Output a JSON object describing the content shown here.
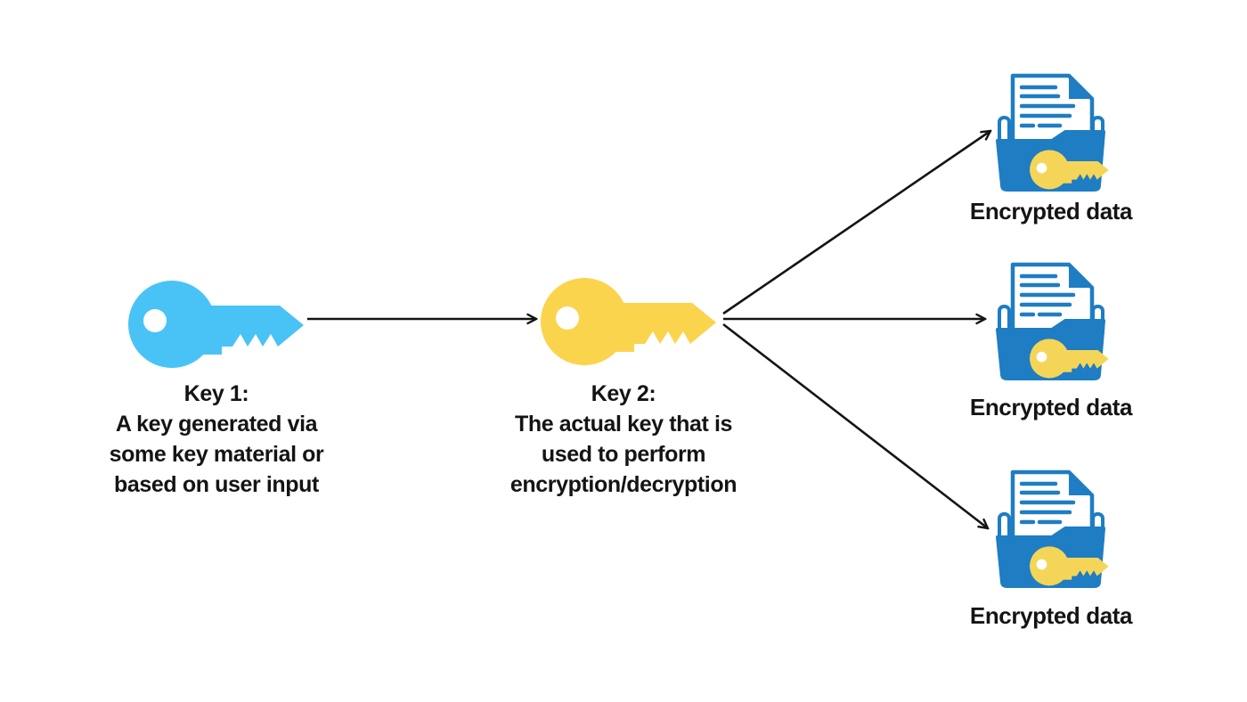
{
  "diagram": {
    "key1": {
      "icon": "key-icon",
      "color": "#49C3F6",
      "caption_lines": [
        "Key 1:",
        "A key generated via",
        "some key material or",
        "based on user input"
      ]
    },
    "key2": {
      "icon": "key-icon",
      "color": "#FBD44D",
      "caption_lines": [
        "Key 2:",
        "The actual key that is",
        "used to perform",
        "encryption/decryption"
      ]
    },
    "outputs": [
      {
        "icon": "encrypted-folder-icon",
        "label": "Encrypted data"
      },
      {
        "icon": "encrypted-folder-icon",
        "label": "Encrypted data"
      },
      {
        "icon": "encrypted-folder-icon",
        "label": "Encrypted data"
      }
    ],
    "connections": [
      {
        "from": "key1",
        "to": "key2"
      },
      {
        "from": "key2",
        "to": "encrypted-data-1"
      },
      {
        "from": "key2",
        "to": "encrypted-data-2"
      },
      {
        "from": "key2",
        "to": "encrypted-data-3"
      }
    ],
    "colors": {
      "key1_blue": "#49C3F6",
      "key2_yellow": "#FBD44D",
      "folder_blue": "#1E7DC3",
      "folder_key_yellow": "#F5D557",
      "arrow": "#141414",
      "text": "#141414",
      "background": "#FFFFFF"
    }
  }
}
